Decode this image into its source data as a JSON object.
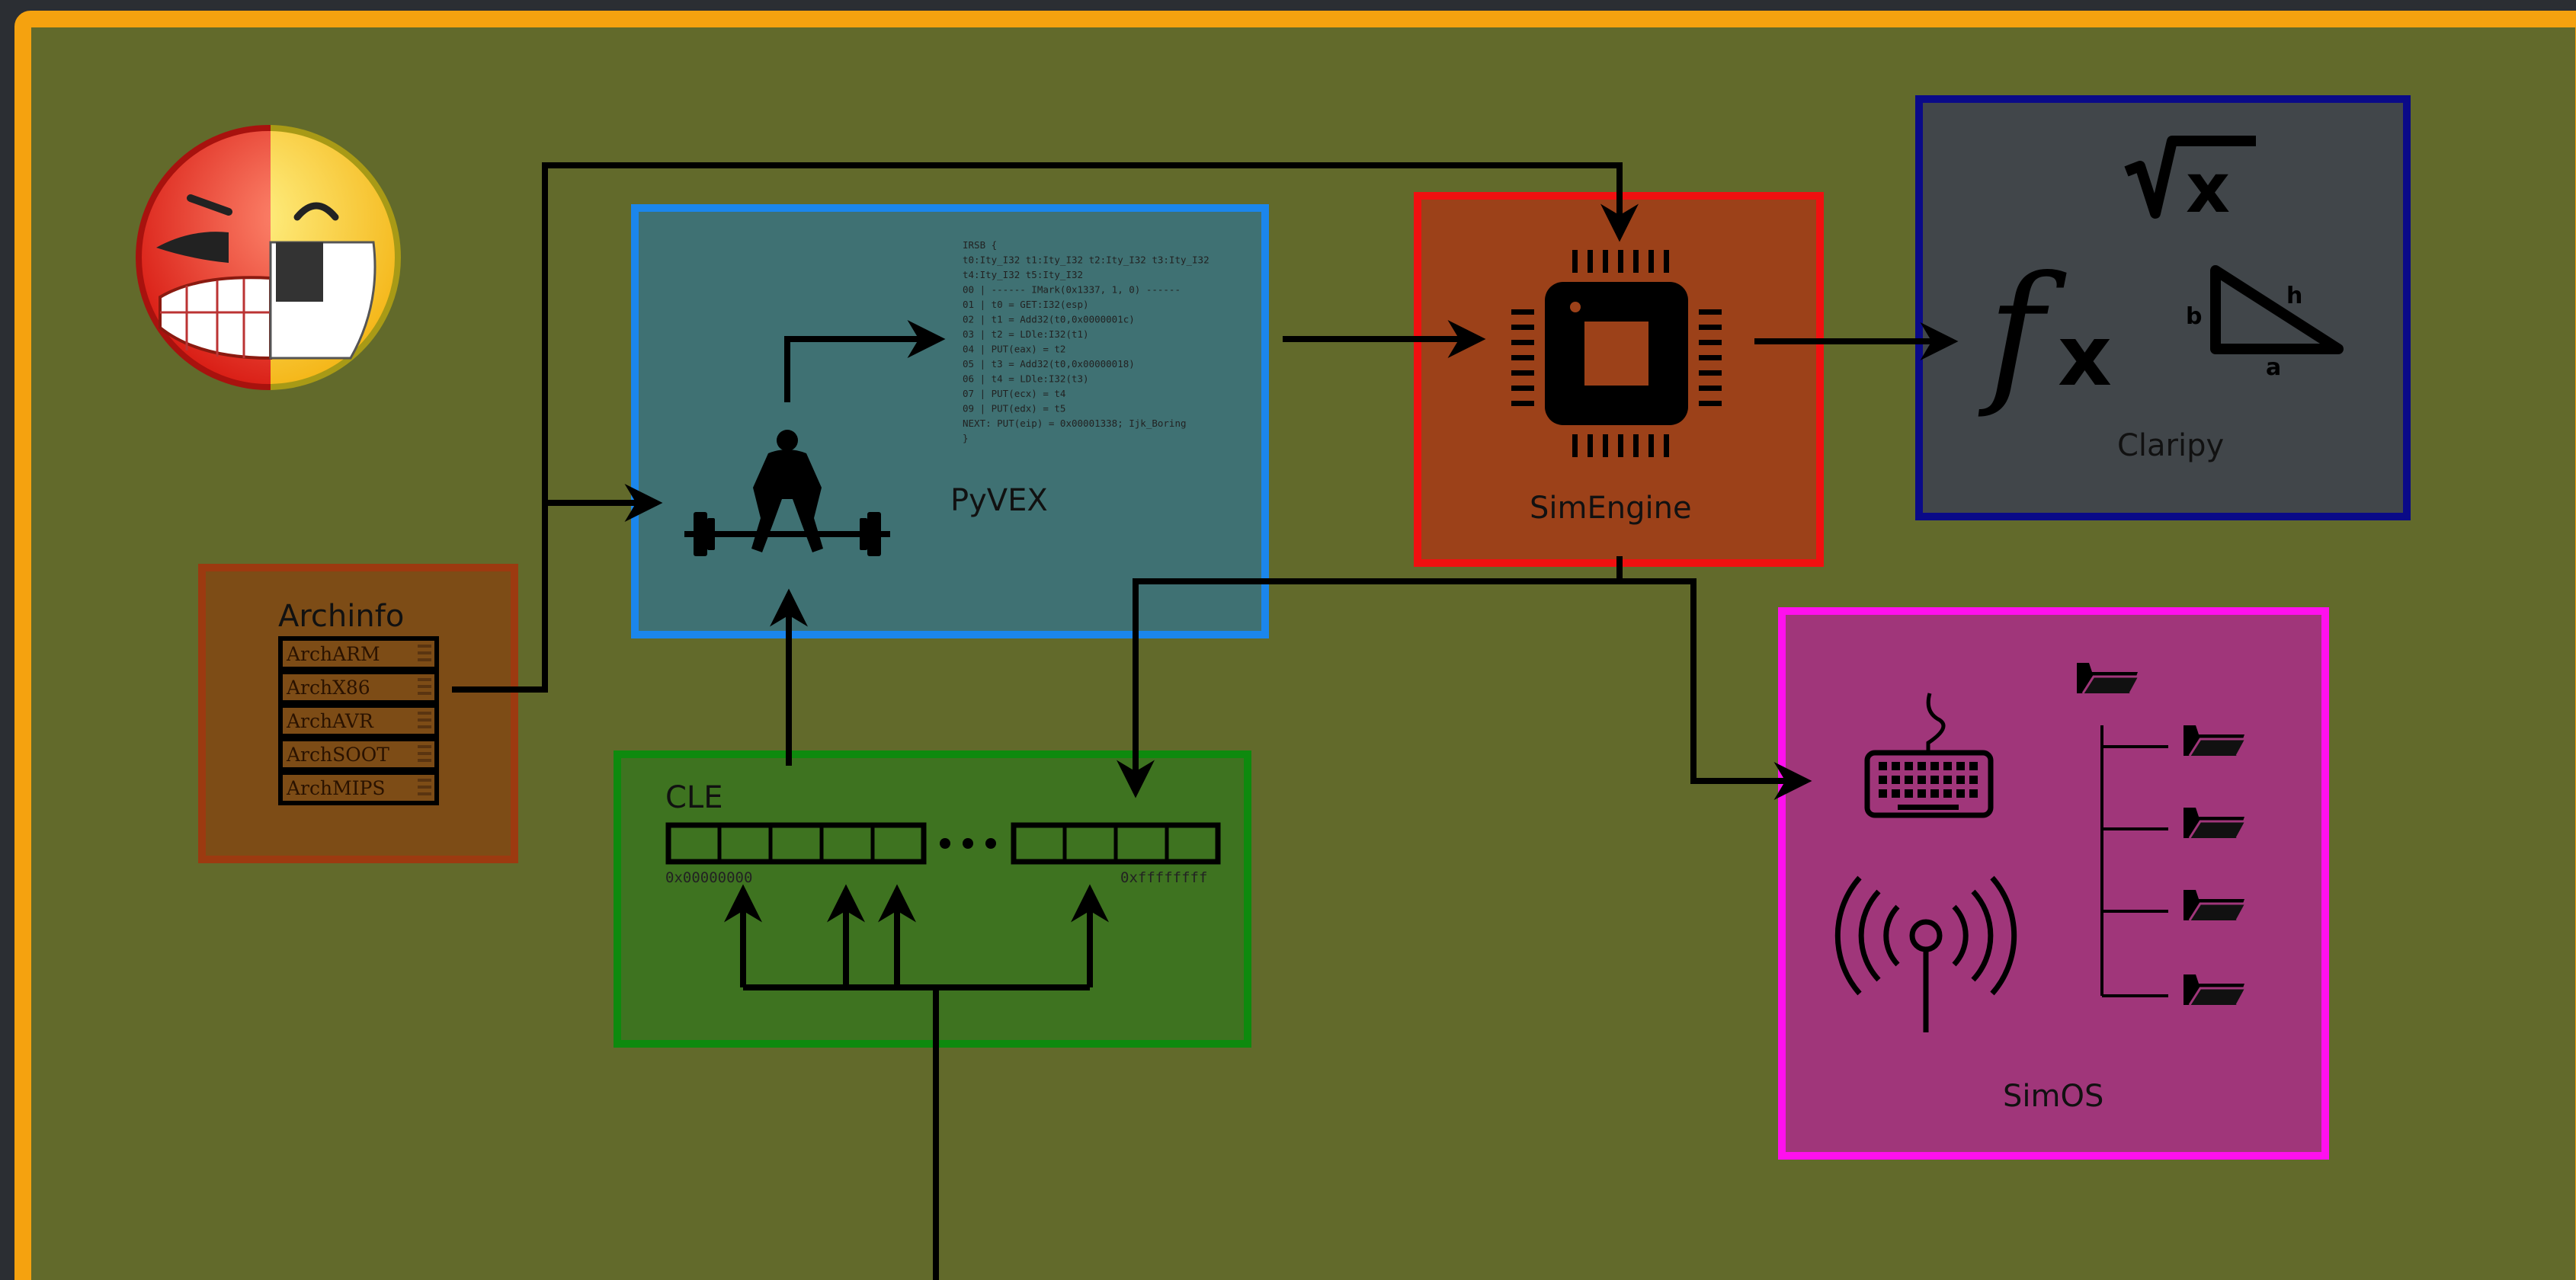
{
  "colors": {
    "frame": "#f5a20f",
    "background": "#626a2b",
    "pyvex_fill": "#3f7173",
    "pyvex_border": "#1b86ec",
    "simengine_fill": "#9c4119",
    "simengine_border": "#f01010",
    "claripy_fill": "#41464a",
    "claripy_border": "#0a0a88",
    "archinfo_fill": "#7d4c16",
    "archinfo_border": "#9c3a10",
    "cle_fill": "#3e7320",
    "cle_border": "#0e8a0e",
    "simos_fill": "#a0367a",
    "simos_border": "#ff10ee"
  },
  "logo": {
    "icon": "angr-face-logo"
  },
  "pyvex": {
    "label": "PyVEX",
    "icon": "weightlifter-icon",
    "ir_lines": [
      "IRSB {",
      "   t0:Ity_I32 t1:Ity_I32 t2:Ity_I32 t3:Ity_I32",
      "t4:Ity_I32 t5:Ity_I32",
      "   00 | ------ IMark(0x1337, 1, 0) ------",
      "   01 | t0 = GET:I32(esp)",
      "   02 | t1 = Add32(t0,0x0000001c)",
      "   03 | t2 = LDle:I32(t1)",
      "   04 | PUT(eax) = t2",
      "   05 | t3 = Add32(t0,0x00000018)",
      "   06 | t4 = LDle:I32(t3)",
      "   07 | PUT(ecx) = t4",
      "   09 | PUT(edx) = t5",
      "   NEXT: PUT(eip) = 0x00001338; Ijk_Boring",
      "}"
    ]
  },
  "simengine": {
    "label": "SimEngine",
    "icon": "cpu-chip-icon"
  },
  "claripy": {
    "label": "Claripy",
    "icons": [
      "function-fx-icon",
      "square-root-icon",
      "triangle-icon"
    ],
    "triangle_labels": {
      "hyp": "h",
      "side": "b",
      "base": "a"
    }
  },
  "archinfo": {
    "label": "Archinfo",
    "items": [
      "ArchARM",
      "ArchX86",
      "ArchAVR",
      "ArchSOOT",
      "ArchMIPS"
    ]
  },
  "cle": {
    "label": "CLE",
    "ellipsis_icon": "ellipsis-icon",
    "addr_start": "0x00000000",
    "addr_end": "0xffffffff"
  },
  "simos": {
    "label": "SimOS",
    "icons": [
      "keyboard-icon",
      "antenna-icon",
      "folder-tree-icon"
    ]
  }
}
